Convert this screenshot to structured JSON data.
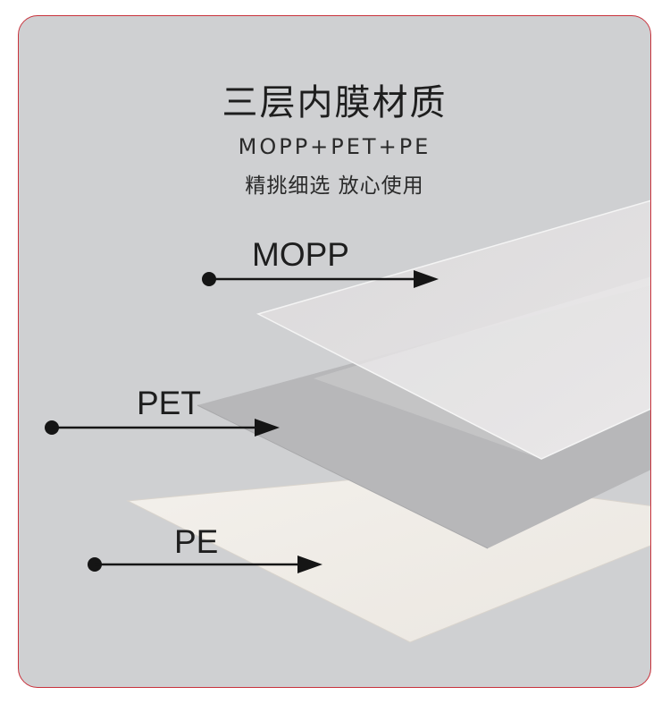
{
  "title": "三层内膜材质",
  "subtitle": "MOPP+PET+PE",
  "tagline": "精挑细选 放心使用",
  "layers": {
    "mopp": "MOPP",
    "pet": "PET",
    "pe": "PE"
  },
  "colors": {
    "border": "#c8323c",
    "background": "#cfd0d2",
    "mopp_layer": "#e3e1e2",
    "pet_layer": "#b7b7b9",
    "pe_layer": "#f0ece6"
  }
}
